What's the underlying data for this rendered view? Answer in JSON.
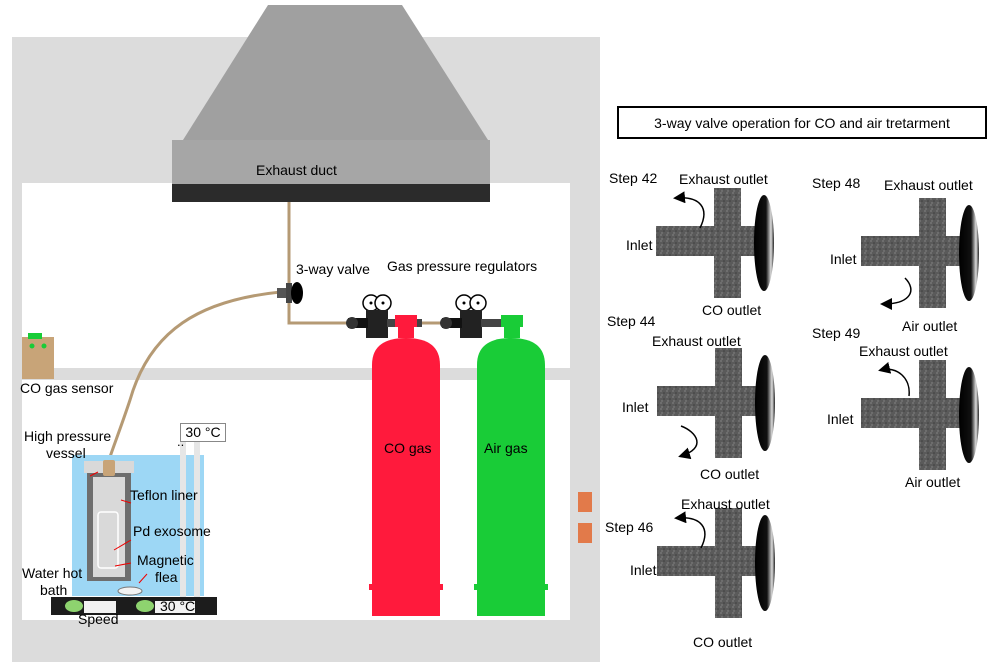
{
  "fume_hood": {
    "exhaust_duct_label": "Exhaust duct",
    "three_way_valve_label": "3-way valve",
    "regulators_label": "Gas pressure regulators",
    "co_sensor_label": "CO gas sensor",
    "vessel_label_line1": "High pressure",
    "vessel_label_line2": "vessel",
    "teflon_label": "Teflon liner",
    "pd_exosome_label": "Pd exosome",
    "magnetic_label_line1": "Magnetic",
    "magnetic_label_line2": "flea",
    "water_bath_line1": "Water hot",
    "water_bath_line2": "bath",
    "temp_display": "30 °C",
    "temp_display_dots": "..",
    "hotplate_temp": "30 °C",
    "speed_label": "Speed",
    "co_cylinder_label": "CO gas",
    "air_cylinder_label": "Air gas"
  },
  "valve_panel": {
    "title": "3-way valve operation for CO and  air tretarment",
    "steps": [
      {
        "step": "Step 42",
        "top": "Exhaust outlet",
        "side": "Inlet",
        "bottom": "CO outlet"
      },
      {
        "step": "Step 44",
        "top": "Exhaust outlet",
        "side": "Inlet",
        "bottom": "CO outlet"
      },
      {
        "step": "Step 46",
        "top": "Exhaust outlet",
        "side": "Inlet",
        "bottom": "CO outlet"
      },
      {
        "step": "Step 48",
        "top": "Exhaust outlet",
        "side": "Inlet",
        "bottom": "Air outlet"
      },
      {
        "step": "Step 49",
        "top": "Exhaust outlet",
        "side": "Inlet",
        "bottom": "Air outlet"
      }
    ]
  },
  "colors": {
    "hood_gray": "#dcdcdc",
    "duct_dark": "#2b2b2b",
    "co_red": "#ff1a3c",
    "air_green": "#19cc37",
    "water_blue": "#9dd7f5",
    "tube_brown": "#b59a74",
    "orange_marker": "#e27a4a"
  }
}
